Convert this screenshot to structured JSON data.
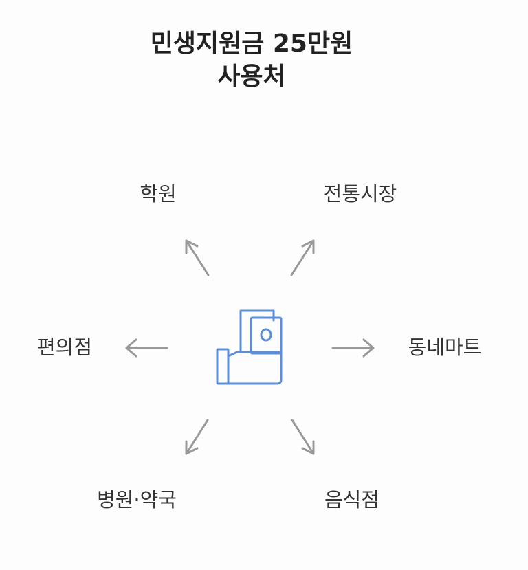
{
  "title": {
    "line1": "민생지원금 25만원",
    "line2": "사용처"
  },
  "nodes": [
    {
      "id": "academy",
      "label": "학원"
    },
    {
      "id": "market",
      "label": "전통시장"
    },
    {
      "id": "convenience",
      "label": "편의점"
    },
    {
      "id": "mart",
      "label": "동네마트"
    },
    {
      "id": "hospital",
      "label": "병원·약국"
    },
    {
      "id": "restaurant",
      "label": "음식점"
    }
  ],
  "center_icon": "hand-holding-money-icon",
  "colors": {
    "icon": "#5b8fd9",
    "arrow": "#999999",
    "text": "#222222"
  }
}
